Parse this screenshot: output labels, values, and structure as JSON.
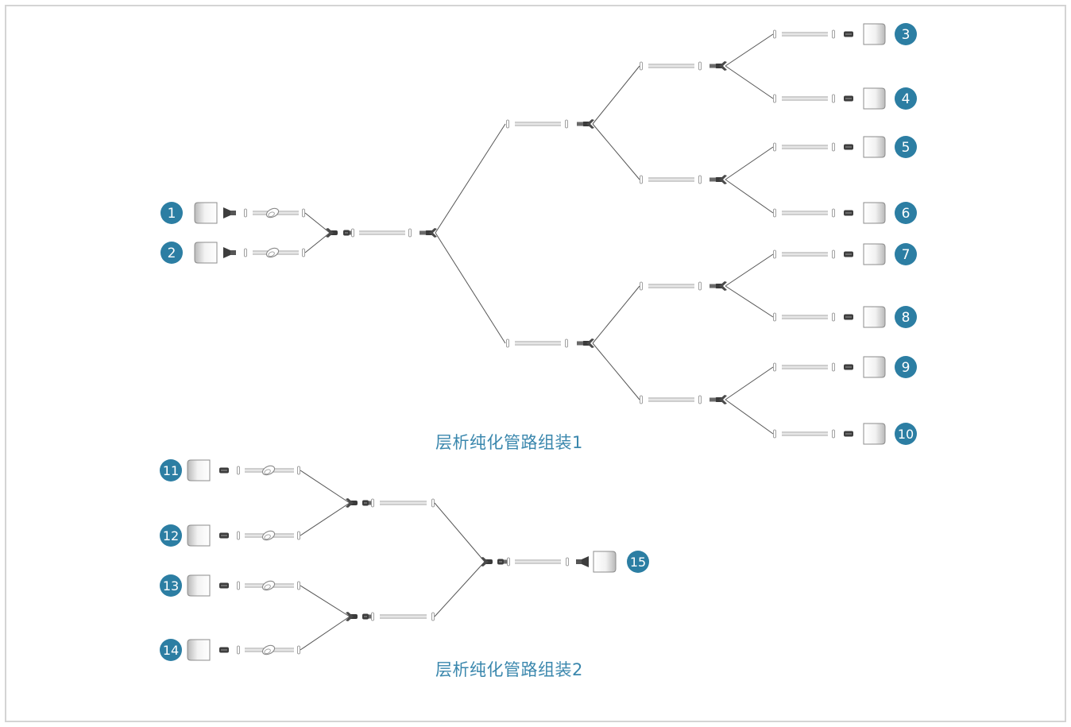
{
  "colors": {
    "badge": "#2c7ea3",
    "caption": "#3a87ad",
    "line": "#555555",
    "frame": "#d4d4d4"
  },
  "assembly1": {
    "caption": "层析纯化管路组装1",
    "inlets": [
      "1",
      "2"
    ],
    "outlets": [
      "3",
      "4",
      "5",
      "6",
      "7",
      "8",
      "9",
      "10"
    ]
  },
  "assembly2": {
    "caption": "层析纯化管路组装2",
    "inlets": [
      "11",
      "12",
      "13",
      "14"
    ],
    "outlets": [
      "15"
    ]
  },
  "icons": [
    "bottle-icon",
    "connector-icon",
    "clamp-icon",
    "tubing-icon",
    "y-connector-icon"
  ]
}
